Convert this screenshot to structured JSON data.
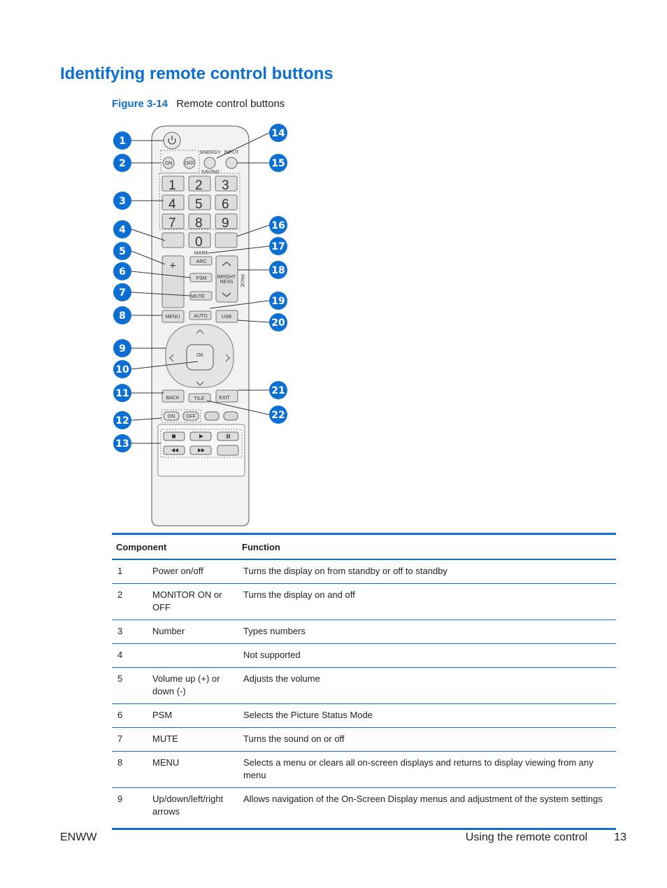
{
  "page": {
    "heading": "Identifying remote control buttons",
    "figure_label": "Figure 3-14",
    "figure_caption": "Remote control buttons",
    "footer_left": "ENWW",
    "footer_section": "Using the remote control",
    "footer_page": "13"
  },
  "remote": {
    "labels": {
      "energy": "ENERGY",
      "saving": "SAVING",
      "input": "INPUT",
      "on": "ON",
      "off": "OFF",
      "mark": "MARK",
      "arc": "ARC",
      "psm": "PSM",
      "mute": "MUTE",
      "brightness_1": "BRIGHT",
      "brightness_2": "NESS",
      "page": "PAGE",
      "menu": "MENU",
      "auto": "AUTO",
      "usb": "USB",
      "ok": "OK",
      "back": "BACK",
      "tile": "TILE",
      "exit": "EXIT",
      "plus": "+",
      "digits": [
        "1",
        "2",
        "3",
        "4",
        "5",
        "6",
        "7",
        "8",
        "9",
        "0"
      ]
    },
    "callouts": [
      "1",
      "2",
      "3",
      "4",
      "5",
      "6",
      "7",
      "8",
      "9",
      "10",
      "11",
      "12",
      "13",
      "14",
      "15",
      "16",
      "17",
      "18",
      "19",
      "20",
      "21",
      "22"
    ],
    "callout_color": "#0b6fd3"
  },
  "table": {
    "headers": {
      "component": "Component",
      "function": "Function"
    },
    "rows": [
      {
        "num": "1",
        "name": "Power on/off",
        "func": "Turns the display on from standby or off to standby"
      },
      {
        "num": "2",
        "name": "MONITOR ON or OFF",
        "func": "Turns the display on and off"
      },
      {
        "num": "3",
        "name": "Number",
        "func": "Types numbers"
      },
      {
        "num": "4",
        "name": "",
        "func": "Not supported"
      },
      {
        "num": "5",
        "name": "Volume up (+) or down (-)",
        "func": "Adjusts the volume"
      },
      {
        "num": "6",
        "name": "PSM",
        "func": "Selects the Picture Status Mode"
      },
      {
        "num": "7",
        "name": "MUTE",
        "func": "Turns the sound on or off"
      },
      {
        "num": "8",
        "name": "MENU",
        "func": "Selects a menu or clears all on-screen displays and returns to display viewing from any menu"
      },
      {
        "num": "9",
        "name": "Up/down/left/right arrows",
        "func": "Allows navigation of the On-Screen Display menus and adjustment of the system settings"
      }
    ]
  }
}
